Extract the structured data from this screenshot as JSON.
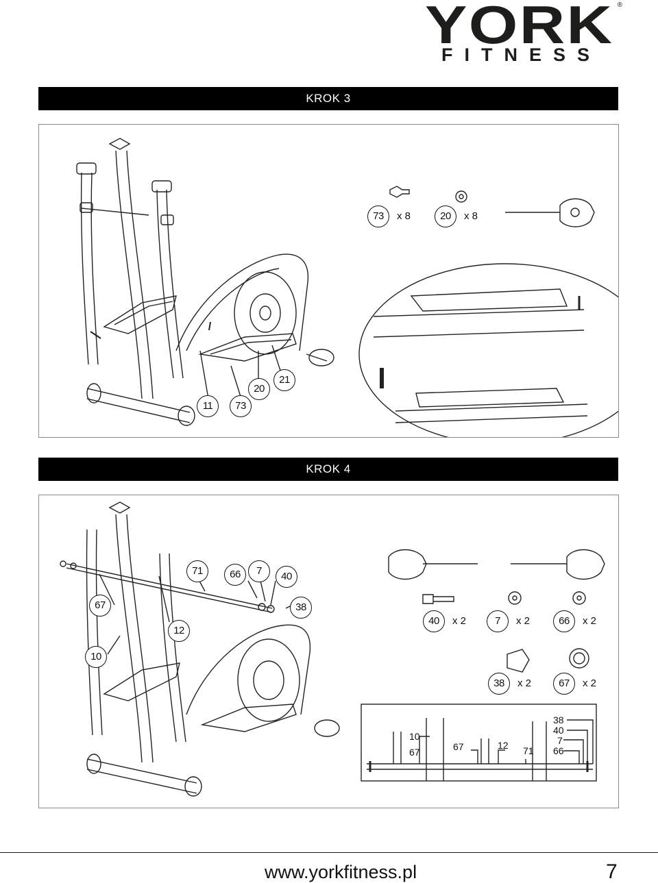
{
  "brand": {
    "name": "YORK",
    "sub": "FITNESS",
    "reg": "®"
  },
  "step3": {
    "title": "KROK 3",
    "parts": [
      {
        "num": "73",
        "qty": "x 8"
      },
      {
        "num": "20",
        "qty": "x 8"
      }
    ],
    "callouts": [
      "11",
      "73",
      "20",
      "21"
    ]
  },
  "step4": {
    "title": "KROK 4",
    "callouts": [
      "71",
      "66",
      "7",
      "40",
      "67",
      "38",
      "12",
      "10"
    ],
    "parts": [
      {
        "num": "40",
        "qty": "x 2"
      },
      {
        "num": "7",
        "qty": "x 2"
      },
      {
        "num": "66",
        "qty": "x 2"
      },
      {
        "num": "38",
        "qty": "x 2"
      },
      {
        "num": "67",
        "qty": "x 2"
      }
    ],
    "detail_labels": [
      "10",
      "67",
      "67",
      "12",
      "71",
      "38",
      "40",
      "7",
      "66"
    ]
  },
  "footer": {
    "url": "www.yorkfitness.pl",
    "page": "7"
  }
}
